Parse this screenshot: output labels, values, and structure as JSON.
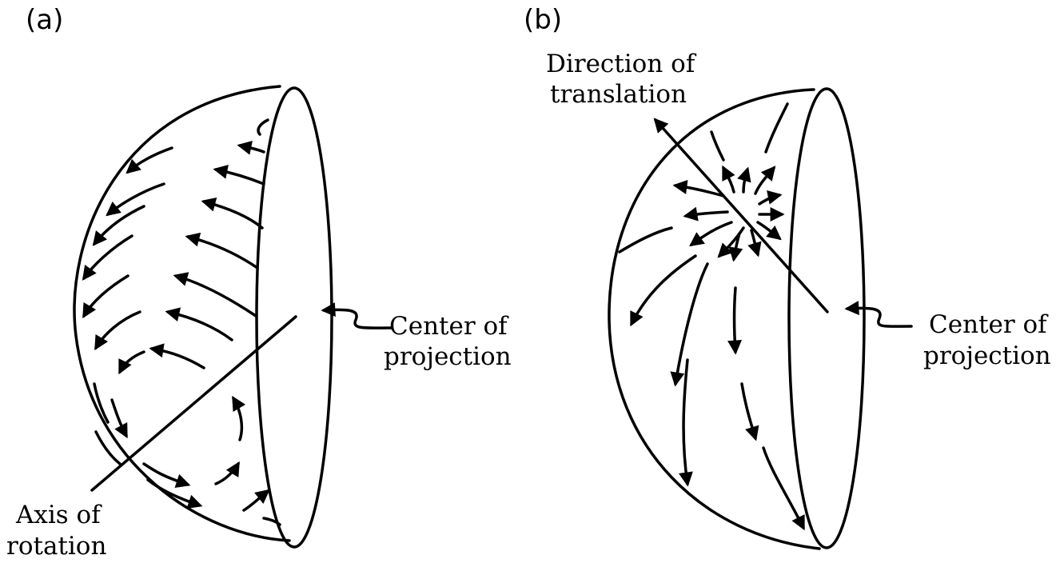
{
  "panels": [
    {
      "id": "a",
      "label": "(a)",
      "center_label": [
        "Center of",
        "projection"
      ],
      "axis_label": [
        "Axis of",
        "rotation"
      ]
    },
    {
      "id": "b",
      "label": "(b)",
      "direction_label": [
        "Direction of",
        "translation"
      ],
      "center_label": [
        "Center of",
        "projection"
      ]
    }
  ]
}
